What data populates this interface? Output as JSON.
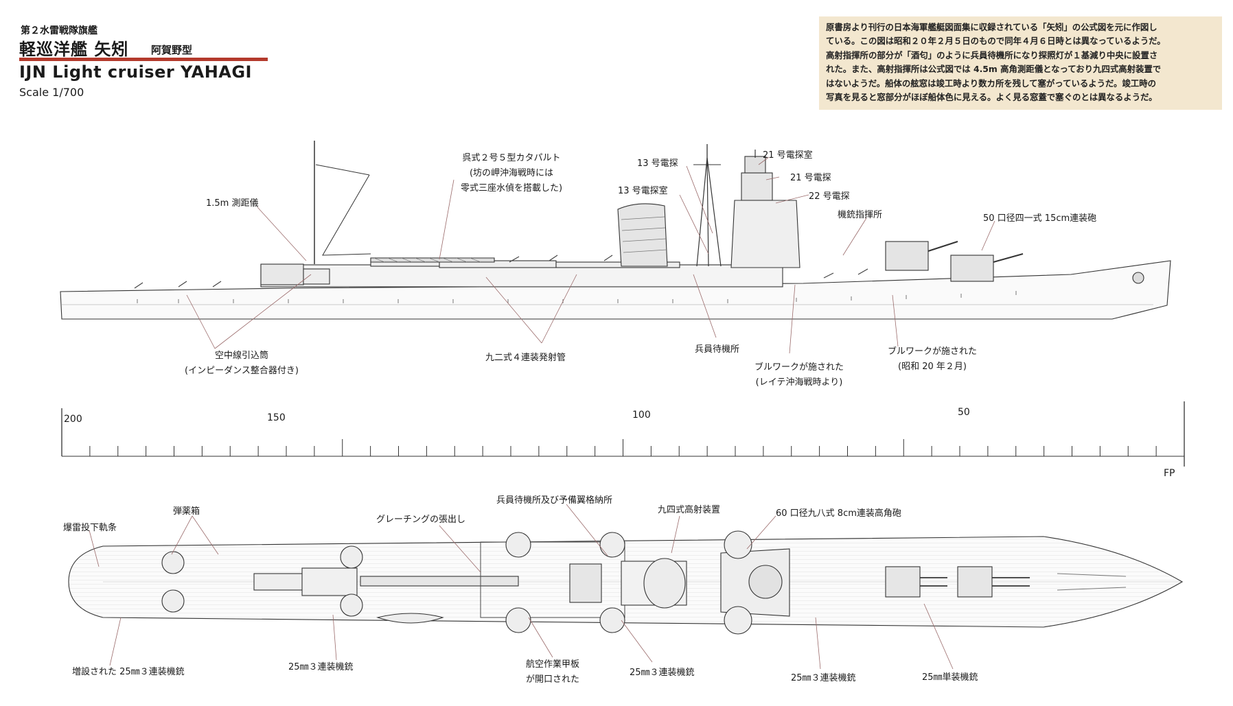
{
  "header": {
    "subtitle": "第２水雷戦隊旗艦",
    "title_jp": "軽巡洋艦 矢矧",
    "class_jp": "阿賀野型",
    "title_en": "IJN  Light cruiser YAHAGI",
    "scale": "Scale 1/700"
  },
  "note": {
    "lines": [
      "原書房より刊行の日本海軍艦艇図面集に収録されている「矢矧」の公式図を元に作図し",
      "ている。この図は昭和２０年２月５日のもので同年４月６日時とは異なっているようだ。",
      "高射指揮所の部分が「酒匂」のように兵員待機所になり探照灯が１基減り中央に設置さ",
      "れた。また、高射指揮所は公式図では 4.5m 高角測距儀となっており九四式高射装置で",
      "はないようだ。船体の舷窓は竣工時より数カ所を残して塞がっているようだ。竣工時の",
      "写真を見ると窓部分がほぼ船体色に見える。よく見る窓蓋で塞ぐのとは異なるようだ。"
    ]
  },
  "profile_labels": {
    "rangefinder": "1.5m 測距儀",
    "catapult_1": "呉式２号５型カタパルト",
    "catapult_2": "(坊の岬沖海戦時には",
    "catapult_3": "零式三座水偵を搭載した)",
    "radar13": "13 号電探",
    "radar13_room": "13 号電探室",
    "radar21_room": "21 号電探室",
    "radar21": "21 号電探",
    "radar22": "22 号電探",
    "mg_director": "機銃指揮所",
    "main_gun": "50 口径四一式 15cm連装砲",
    "antenna_1": "空中線引込筒",
    "antenna_2": "(インピーダンス整合器付き)",
    "torpedo": "九二式４連装発射管",
    "crew_waiting": "兵員待機所",
    "bulwark_a1": "ブルワークが施された",
    "bulwark_a2": "(レイテ沖海戦時より)",
    "bulwark_b1": "ブルワークが施された",
    "bulwark_b2": "(昭和 20 年２月)"
  },
  "ruler": {
    "t200": "200",
    "t150": "150",
    "t100": "100",
    "t50": "50",
    "fp": "FP"
  },
  "plan_labels": {
    "depth_charge": "爆雷投下軌条",
    "ammo_box": "弾薬箱",
    "grating": "グレーチングの張出し",
    "crew_spare": "兵員待機所及び予備翼格納所",
    "type94": "九四式高射装置",
    "aa_gun": "60 口径九八式 8cm連装高角砲",
    "added_25mm": "増設された 25㎜３連装機銃",
    "mg25_a": "25㎜３連装機銃",
    "aviation_1": "航空作業甲板",
    "aviation_2": "が開口された",
    "mg25_b": "25㎜３連装機銃",
    "mg25_c": "25㎜３連装機銃",
    "mg25_single": "25㎜単装機銃"
  },
  "colors": {
    "accent_red": "#b43a2c",
    "note_bg": "#f3e7cf",
    "line": "#333333",
    "leader": "#9a6a6a"
  }
}
